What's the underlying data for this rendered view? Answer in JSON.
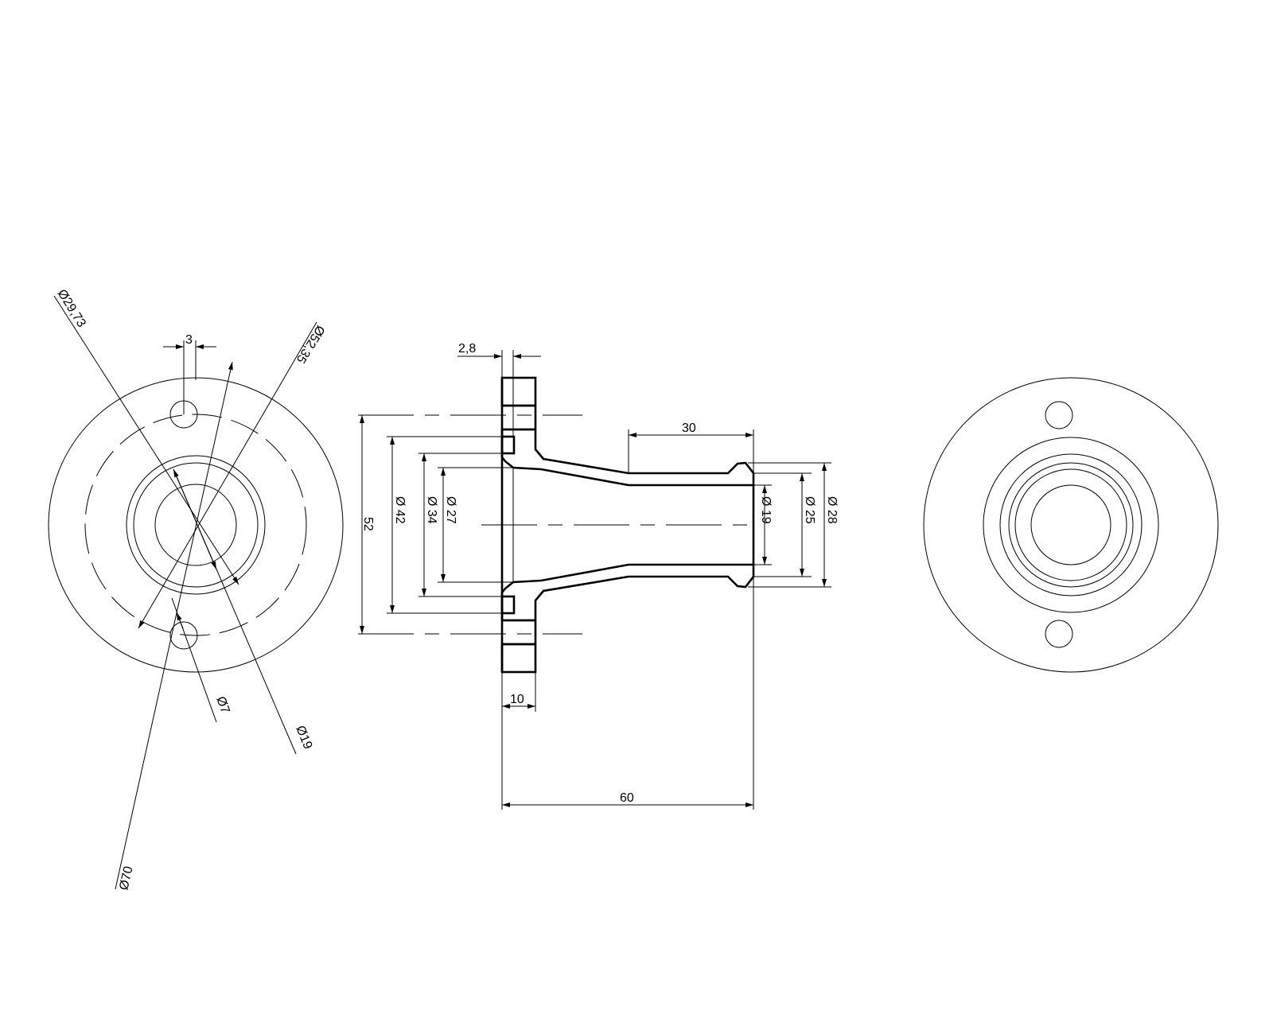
{
  "drawing": {
    "front_view": {
      "dims": {
        "pcd_inner": "Ø29,73",
        "bolt_circle": "Ø52,35",
        "hole_offset": "3",
        "hole_dia": "Ø7",
        "bore": "Ø19",
        "outer": "Ø70"
      }
    },
    "section_view": {
      "dims": {
        "recess_depth": "2,8",
        "tube_length": "30",
        "bolt_spacing": "52",
        "d42": "Ø 42",
        "d34": "Ø 34",
        "d27": "Ø 27",
        "d19": "Ø 19",
        "d25": "Ø 25",
        "d28": "Ø 28",
        "flange_thickness": "10",
        "total_length": "60"
      }
    }
  }
}
